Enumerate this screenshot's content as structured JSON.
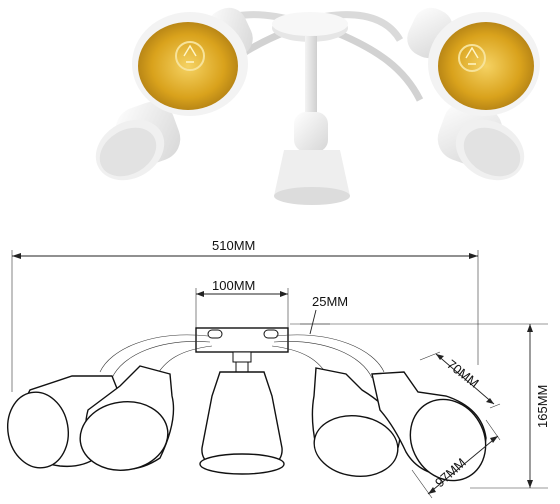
{
  "dimensions": {
    "width_total": "510MM",
    "base_width": "100MM",
    "base_height": "25MM",
    "shade_depth": "70MM",
    "shade_diameter": "97MM",
    "height_total": "165MM"
  },
  "colors": {
    "shade_outer": "#f2f2f2",
    "shade_inner_gold": "#d9a21c",
    "line": "#111111"
  }
}
